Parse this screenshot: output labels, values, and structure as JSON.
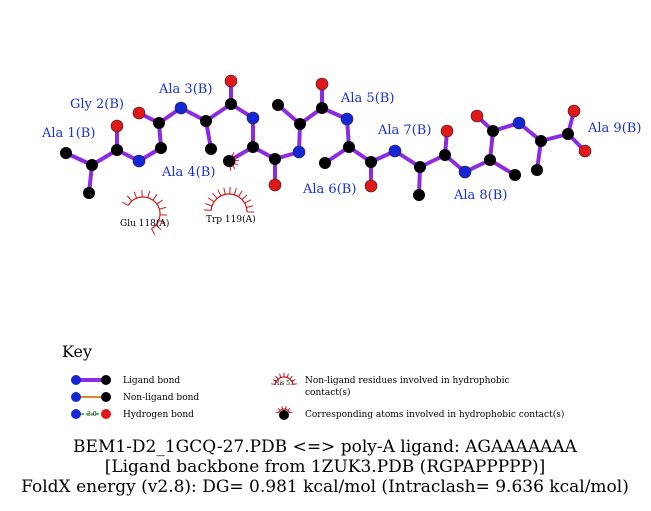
{
  "colors": {
    "bond": "#8c2be2",
    "carbon": "#000000",
    "nitrogen": "#1426d6",
    "oxygen": "#e01818",
    "contact": "#c41e1e",
    "label": "#1a2fd6",
    "nonligand_bond": "#d88a2a",
    "hbond": "#22aa22"
  },
  "residues": [
    {
      "label": "Ala 1(B)"
    },
    {
      "label": "Gly 2(B)"
    },
    {
      "label": "Ala 3(B)"
    },
    {
      "label": "Ala 4(B)"
    },
    {
      "label": "Ala 5(B)"
    },
    {
      "label": "Ala 6(B)"
    },
    {
      "label": "Ala 7(B)"
    },
    {
      "label": "Ala 8(B)"
    },
    {
      "label": "Ala 9(B)"
    }
  ],
  "contacts": [
    {
      "label": "Glu 118(A)"
    },
    {
      "label": "Trp 119(A)"
    }
  ],
  "key": {
    "title": "Key",
    "ligand_bond": "Ligand bond",
    "nonligand_bond": "Non-ligand bond",
    "hydrogen_bond": "Hydrogen bond",
    "hbond_length": "3.0",
    "hydrophobic_example": "His 53",
    "hydrophobic_line1": "Non-ligand residues involved in hydrophobic",
    "hydrophobic_line2": "contact(s)",
    "corresponding_atoms": "Corresponding atoms involved in hydrophobic contact(s)"
  },
  "caption": {
    "line1": "BEM1-D2_1GCQ-27.PDB <=> poly-A ligand: AGAAAAAAA",
    "line2": "[Ligand backbone from 1ZUK3.PDB (RGPAPPPPP)]",
    "line3": "FoldX energy (v2.8): DG= 0.981 kcal/mol (Intraclash= 9.636 kcal/mol)"
  }
}
